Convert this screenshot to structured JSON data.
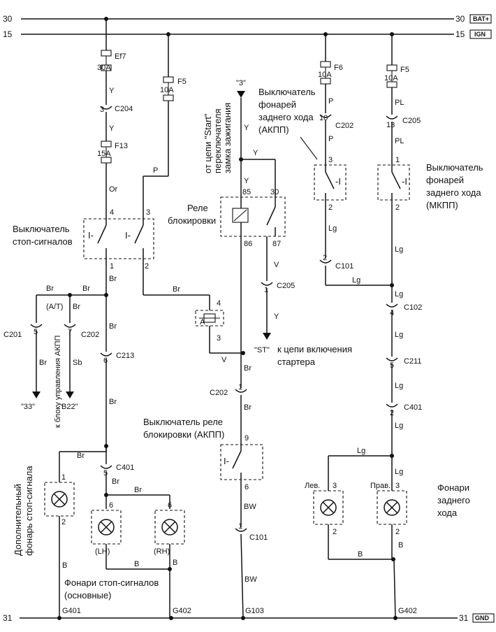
{
  "rails": {
    "bat_left": "30",
    "bat_right": "30",
    "bat_tag": "BAT+",
    "ign_left": "15",
    "ign_right": "15",
    "ign_tag": "IGN",
    "gnd_left": "31",
    "gnd_right": "31",
    "gnd_tag": "GND"
  },
  "fuses": {
    "ef7_name": "Ef7",
    "ef7_rating": "30A",
    "f13_name": "F13",
    "f13_rating": "15A",
    "f5a_name": "F5",
    "f5a_rating": "10A",
    "f6_name": "F6",
    "f6_rating": "10A",
    "f5b_name": "F5",
    "f5b_rating": "10A"
  },
  "connectors": {
    "c204": "C204",
    "c204_pin": "3",
    "c213": "C213",
    "c213_pin": "6",
    "c401a": "C401",
    "c401a_pin": "5",
    "c201": "C201",
    "c201_pin": "5",
    "c202a": "C202",
    "c202a_pin": "7",
    "c205a": "C205",
    "c205a_pin": "1",
    "c202b": "C202",
    "c202b_pin": "1",
    "c101a": "C101",
    "c101a_pin": "1",
    "c202c": "C202",
    "c202c_pin": "10",
    "c101b": "C101",
    "c101b_pin": "2",
    "c205b": "C205",
    "c205b_pin": "13",
    "c102": "C102",
    "c102_pin": "4",
    "c211": "C211",
    "c211_pin": "5",
    "c401b": "C401",
    "c401b_pin": "2"
  },
  "grounds": {
    "g401": "G401",
    "g402a": "G402",
    "g103": "G103",
    "g402b": "G402"
  },
  "wires": {
    "y1": "Y",
    "y2": "Y",
    "or": "Or",
    "p1": "P",
    "br1": "Br",
    "br2": "Br",
    "at": "(A/T)",
    "br3": "Br",
    "br4": "Br",
    "br5": "Br",
    "sb": "Sb",
    "br6": "Br",
    "br7": "Br",
    "br8": "Br",
    "br9": "Br",
    "br10": "Br",
    "b1": "B",
    "b2": "B",
    "b3": "B",
    "br_relay": "Br",
    "y_in": "Y",
    "y_top": "Y",
    "y_85": "Y",
    "v1": "V",
    "y_out": "Y",
    "v2": "V",
    "br11": "Br",
    "br12": "Br",
    "bw1": "BW",
    "bw2": "BW",
    "p2": "P",
    "p3": "P",
    "lg1": "Lg",
    "lg2": "Lg",
    "pl1": "PL",
    "pl2": "PL",
    "lg3": "Lg",
    "lg4": "Lg",
    "lg5": "Lg",
    "lg6": "Lg",
    "lg7": "Lg",
    "lg8": "Lg",
    "lg9": "Lg",
    "b4": "B",
    "b5": "B"
  },
  "pins": {
    "brake_4": "4",
    "brake_3": "3",
    "brake_1": "1",
    "brake_2": "2",
    "relay_85": "85",
    "relay_30": "30",
    "relay_86": "86",
    "relay_87": "87",
    "diode_4": "4",
    "diode_3": "3",
    "ns_9": "9",
    "ns_6": "6",
    "rev_at_3": "3",
    "rev_at_2": "2",
    "rev_mt_1": "1",
    "rev_mt_2": "2",
    "extra_1": "1",
    "extra_2": "2",
    "l1_6": "6",
    "l2_6": "6",
    "rl_3": "3",
    "rl_2": "2",
    "rr_3": "3",
    "rr_2": "2"
  },
  "labels": {
    "start_q": "\"3\"",
    "start_line1": "от цепи \"Start\"",
    "start_line2": "переключателя",
    "start_line3": "замка зажигания",
    "st": "\"ST\"",
    "starter_line1": "к цепи включения",
    "starter_line2": "стартера",
    "relay_line1": "Реле",
    "relay_line2": "блокировки",
    "brake_sw_line1": "Выключатель",
    "brake_sw_line2": "стоп-сигналов",
    "ns_line1": "Выключатель реле",
    "ns_line2": "блокировки (АКПП)",
    "rev_at_line1": "Выключатель",
    "rev_at_line2": "фонарей",
    "rev_at_line3": "заднего хода",
    "rev_at_line4": "(АКПП)",
    "rev_mt_line1": "Выключатель",
    "rev_mt_line2": "фонарей",
    "rev_mt_line3": "заднего хода",
    "rev_mt_line4": "(МКПП)",
    "extra_line1": "Дополнительный",
    "extra_line2": "фонарь стоп-сигнала",
    "tcu": "к блоку управления АКПП",
    "out33": "\"33\"",
    "outb22": "B22\"",
    "stop_line1": "Фонари стоп-сигналов",
    "stop_line2": "(основные)",
    "lh": "(LH)",
    "rh": "(RH)",
    "lev": "Лев.",
    "prav": "Прав.",
    "rev_lamps_line1": "Фонари",
    "rev_lamps_line2": "заднего",
    "rev_lamps_line3": "хода"
  }
}
